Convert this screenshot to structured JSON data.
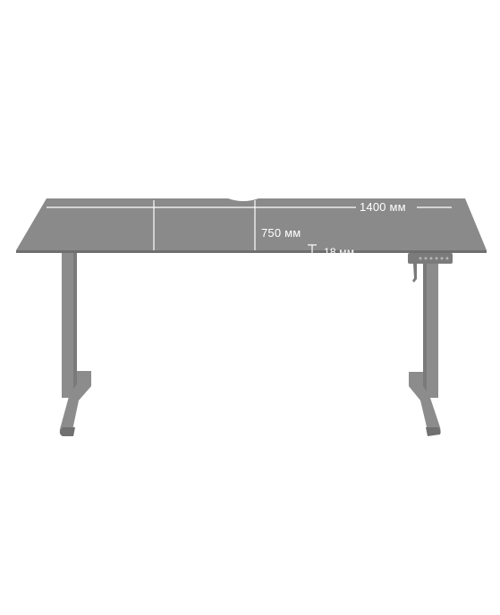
{
  "image": {
    "subject": "desk-product-photo",
    "colors": {
      "background": "#ffffff",
      "desktop": "#8a8a8a",
      "desktop_edge": "#7a7a7a",
      "frame": "#8c8c8c",
      "frame_shadow": "#707070",
      "dimension_line": "#ffffff"
    }
  },
  "dimensions": {
    "width_label": "1400 мм",
    "depth_label": "750 мм",
    "thickness_label": "18 мм"
  }
}
